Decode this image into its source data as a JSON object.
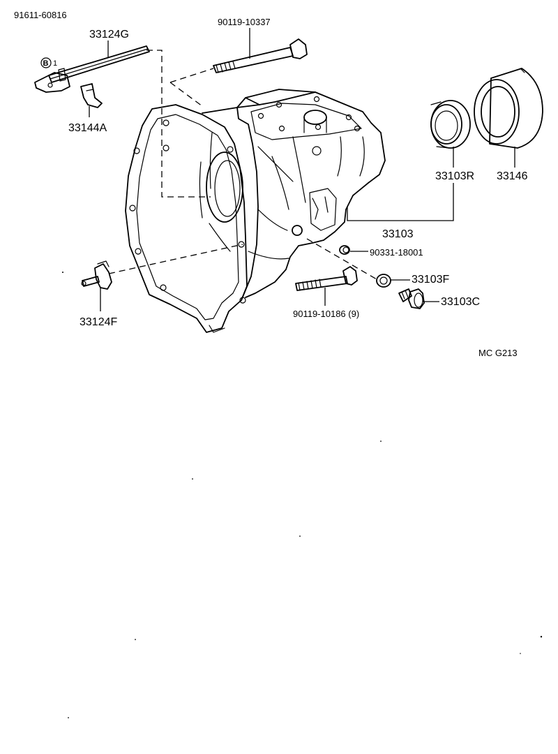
{
  "diagram": {
    "parts": {
      "p91611_60816": "91611-60816",
      "p33124G": "33124G",
      "p33144A": "33144A",
      "p90119_10337": "90119-10337",
      "p33103R": "33103R",
      "p33146": "33146",
      "p33103": "33103",
      "p90331_18001": "90331-18001",
      "p33103F": "33103F",
      "p90119_10186": "90119-10186 (9)",
      "p33103C": "33103C",
      "p33124F": "33124F"
    },
    "badge": {
      "letter": "B",
      "suffix": "1"
    },
    "drawing_code": "MC  G213"
  }
}
